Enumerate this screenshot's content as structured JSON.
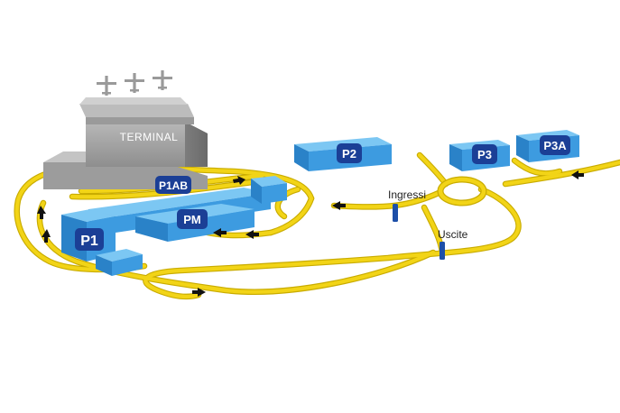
{
  "terminal": {
    "label": "TERMINAL",
    "planes": 3
  },
  "parking": {
    "p1": "P1",
    "p1ab": "P1AB",
    "pm": "PM",
    "p2": "P2",
    "p3": "P3",
    "p3a": "P3A"
  },
  "gates": {
    "entrances": "Ingressi",
    "exits": "Uscite"
  },
  "colors": {
    "road": "#f2d417",
    "road_edge": "#c9ac00",
    "parking_top": "#5cb6ee",
    "parking_side": "#2f8fd8",
    "badge": "#1b3f96",
    "terminal": "#a9a9a9",
    "arrow": "#111111",
    "gate": "#1d4fa8"
  },
  "icons": [
    "airplane-icon",
    "direction-arrow-icon"
  ]
}
